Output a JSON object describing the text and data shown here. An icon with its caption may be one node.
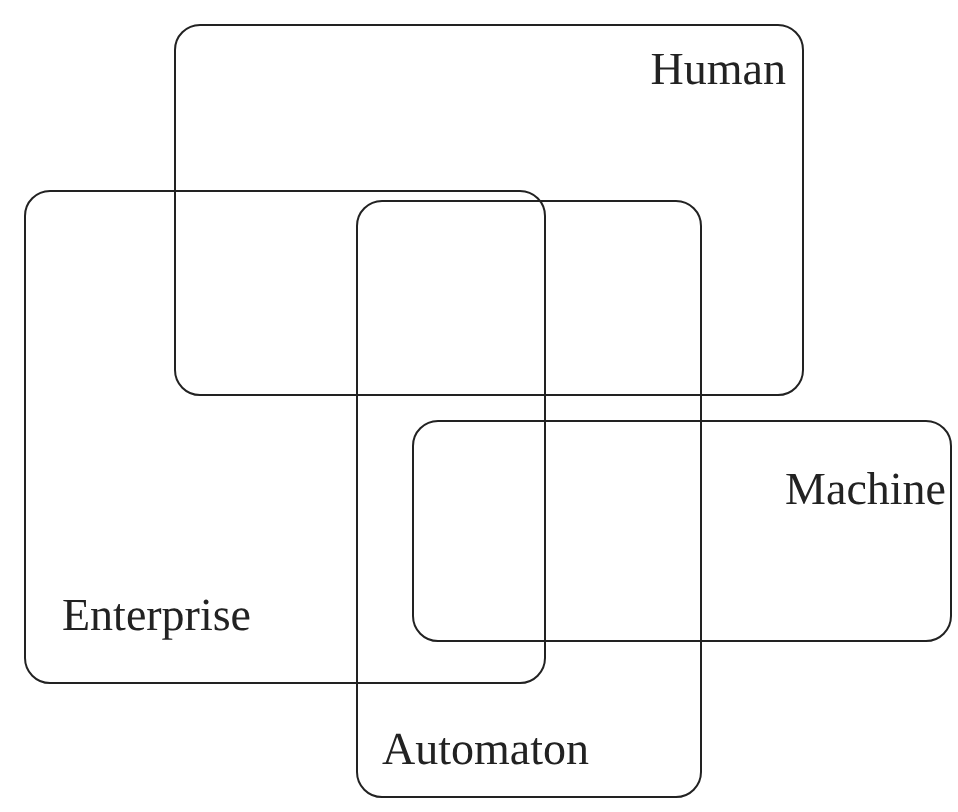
{
  "diagram": {
    "nodes": [
      {
        "text": [
          "Human"
        ]
      },
      {
        "text": [
          "Enterprise"
        ]
      },
      {
        "text": [
          "Automaton"
        ]
      },
      {
        "text": [
          "Machine"
        ]
      }
    ]
  }
}
